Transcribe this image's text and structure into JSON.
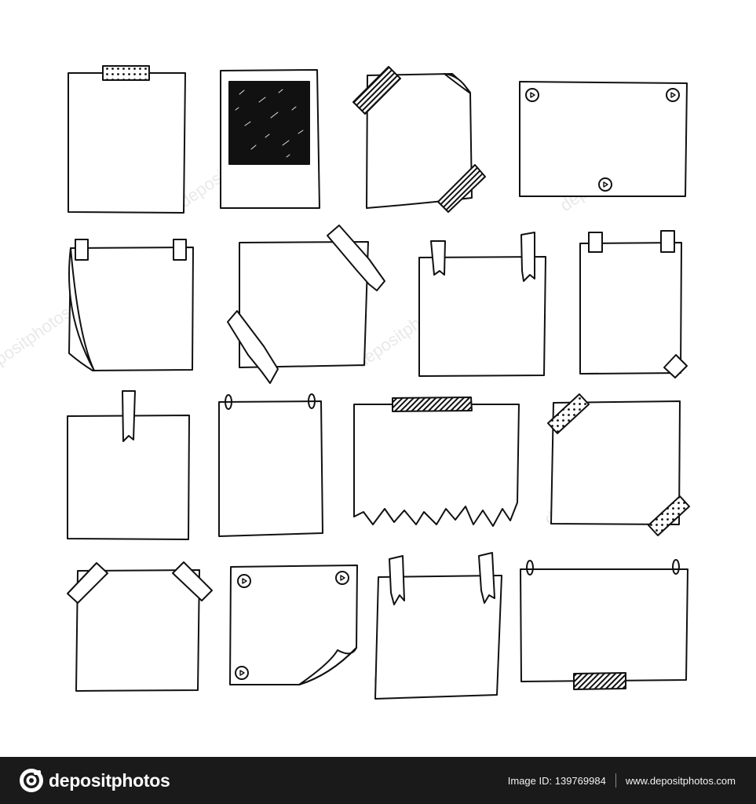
{
  "image": {
    "subject": "hand-drawn note papers",
    "notes": [
      {
        "name": "note-tape-top",
        "attachment": "polka-dot-tape"
      },
      {
        "name": "note-polaroid",
        "attachment": "none"
      },
      {
        "name": "note-striped-tape-corners",
        "attachment": "striped-tape"
      },
      {
        "name": "note-pushpins",
        "attachment": "pushpins"
      },
      {
        "name": "note-curled-corner-tabs",
        "attachment": "tape-tabs"
      },
      {
        "name": "note-torn-tape-diagonal",
        "attachment": "torn-tape"
      },
      {
        "name": "note-torn-tape-top",
        "attachment": "torn-tape"
      },
      {
        "name": "note-tabs-corner",
        "attachment": "tape-tabs"
      },
      {
        "name": "note-single-torn-tape",
        "attachment": "torn-tape"
      },
      {
        "name": "note-rings",
        "attachment": "rings"
      },
      {
        "name": "note-torn-bottom",
        "attachment": "striped-tape"
      },
      {
        "name": "note-dotted-tape-corners",
        "attachment": "polka-dot-tape"
      },
      {
        "name": "note-tape-corners",
        "attachment": "tape"
      },
      {
        "name": "note-pushpins-curl",
        "attachment": "pushpins"
      },
      {
        "name": "note-two-torn-tapes",
        "attachment": "torn-tape"
      },
      {
        "name": "note-rings-bottom-tape",
        "attachment": "rings"
      }
    ],
    "watermark_text": "depositphotos"
  },
  "footer": {
    "brand_name": "depositphotos",
    "image_id_text": "Image ID: 139769984",
    "url_text": "www.depositphotos.com",
    "background": "#1a1a1a",
    "text_color": "#ffffff"
  }
}
